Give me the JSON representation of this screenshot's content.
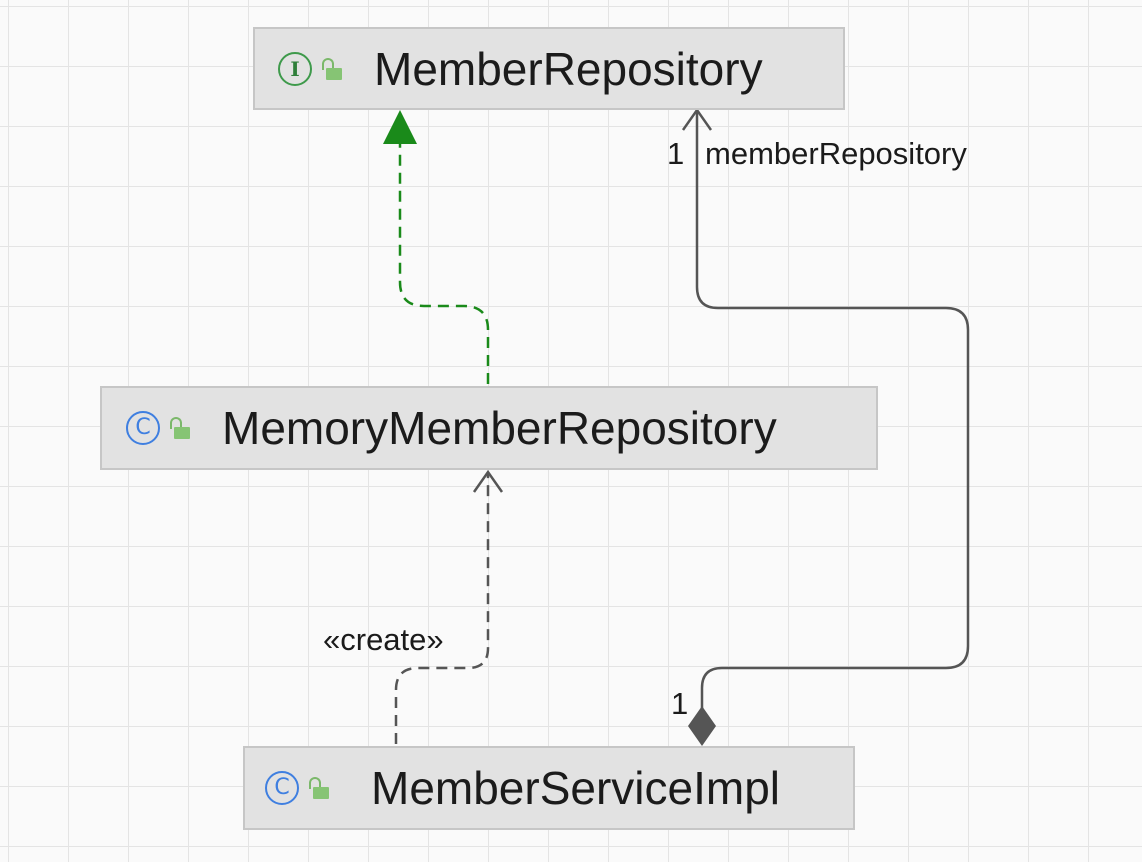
{
  "nodes": {
    "member_repository": {
      "kind": "interface",
      "kind_glyph": "I",
      "name": "MemberRepository"
    },
    "memory_member_repository": {
      "kind": "class",
      "kind_glyph": "C",
      "name": "MemoryMemberRepository"
    },
    "member_service_impl": {
      "kind": "class",
      "kind_glyph": "C",
      "name": "MemberServiceImpl"
    }
  },
  "edges": {
    "realization": {
      "from": "MemoryMemberRepository",
      "to": "MemberRepository",
      "style": "dashed",
      "color": "#1a8a1a"
    },
    "create": {
      "from": "MemberServiceImpl",
      "to": "MemoryMemberRepository",
      "label": "«create»",
      "style": "dashed",
      "color": "#555555"
    },
    "composition": {
      "from": "MemberServiceImpl",
      "to": "MemberRepository",
      "target_multiplicity": "1",
      "target_role": "memberRepository",
      "source_multiplicity": "1",
      "color": "#555555"
    }
  },
  "colors": {
    "node_fill": "#e2e2e2",
    "interface_icon": "#3e9a4b",
    "class_icon": "#3f7fe0",
    "visibility_public": "#86c474"
  }
}
